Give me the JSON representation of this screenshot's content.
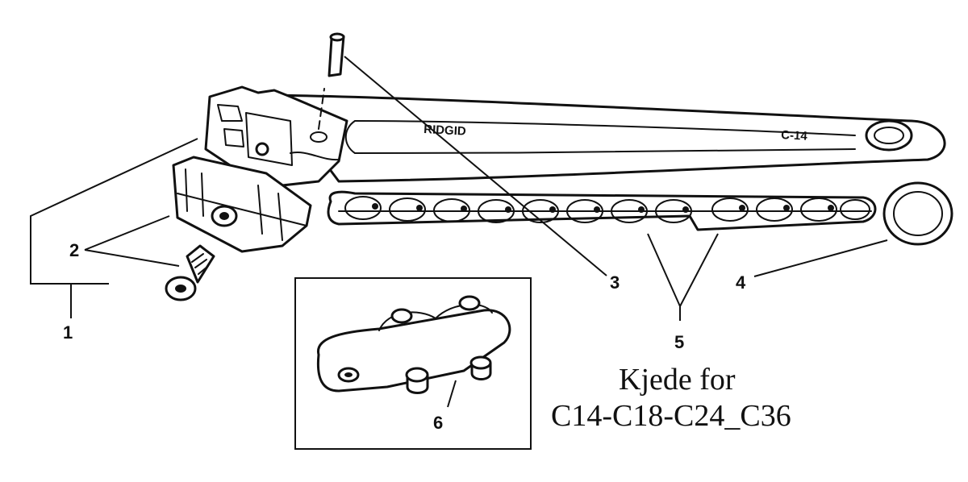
{
  "diagram": {
    "callouts": {
      "wrench_assembly": "1",
      "jaw": "2",
      "pin": "3",
      "washer": "4",
      "chain": "5",
      "link": "6"
    },
    "caption": {
      "line1": "Kjede for",
      "line2": "C14-C18-C24_C36"
    },
    "engraving": {
      "brand": "RIDGID",
      "model": "C-14"
    }
  }
}
